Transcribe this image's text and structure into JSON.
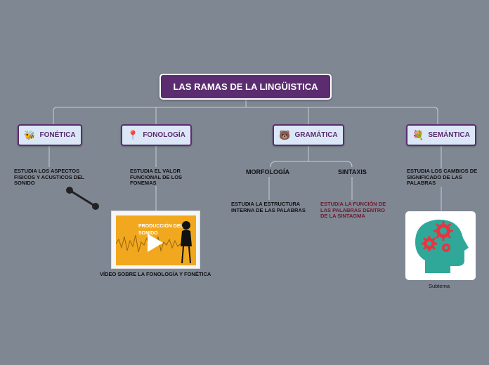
{
  "root": {
    "title": "LAS RAMAS DE LA LINGÜISTICA"
  },
  "branches": [
    {
      "label": "FONÉTICA",
      "icon": "bee-icon",
      "glyph": "🐝"
    },
    {
      "label": "FONOLOGÍA",
      "icon": "pin-icon",
      "glyph": "📍"
    },
    {
      "label": "GRAMÁTICA",
      "icon": "bear-icon",
      "glyph": "🐻"
    },
    {
      "label": "SEMÁNTICA",
      "icon": "flower-icon",
      "glyph": "💐"
    }
  ],
  "texts": {
    "fonetica": "ESTUDIA LOS ASPECTOS FISICOS Y ACUSTICOS DEL SONIDO",
    "fonologia": "ESTUDIA EL VALOR FUNCIONAL DE LOS FONEMAS",
    "morfologia_title": "MORFOLOGÍA",
    "sintaxis_title": "SINTAXIS",
    "morfologia": "ESTUDIA LA ESTRUCTURA INTERNA DE LAS PALABRAS",
    "sintaxis": "ESTUDIA LA FUNCIÓN DE LAS PALABRAS DENTRO DE LA SINTAGMA",
    "semantica": "ESTUDIA LOS CAMBIOS DE SIGNIFICADO DE LAS PALABRAS"
  },
  "video": {
    "title": "PRODUCCIÓN DEL SONIDO",
    "caption": "VÍDEO SOBRE LA FONOLOGÍA Y FONÉTICA"
  },
  "image": {
    "caption": "Subtema"
  },
  "colors": {
    "accent": "#5b2c6f",
    "branch_bg": "#dbe7f6",
    "background": "#7f8793",
    "video_bg": "#f2a81e",
    "head": "#2fa89a",
    "gear": "#e8343f"
  }
}
